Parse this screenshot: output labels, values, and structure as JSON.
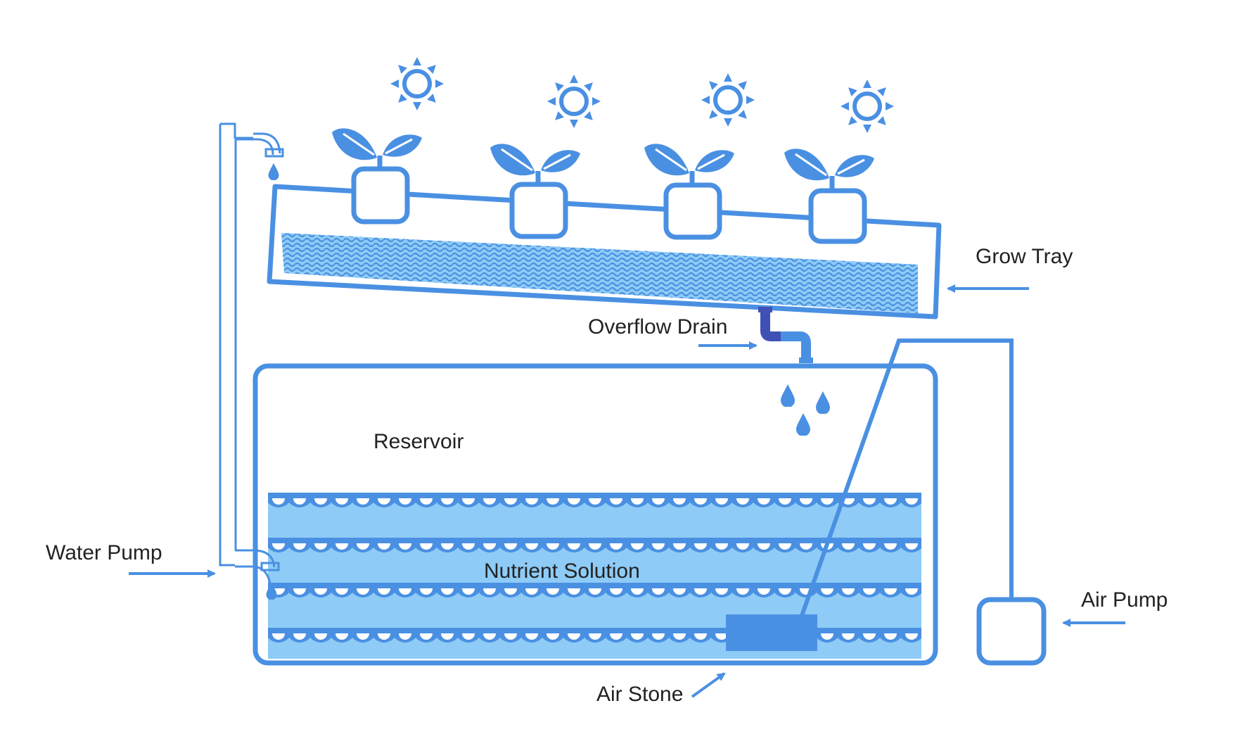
{
  "labels": {
    "grow_tray": "Grow Tray",
    "overflow_drain": "Overflow Drain",
    "reservoir": "Reservoir",
    "nutrient_solution": "Nutrient Solution",
    "water_pump": "Water Pump",
    "air_pump": "Air Pump",
    "air_stone": "Air Stone"
  },
  "counts": {
    "plants": 4,
    "suns": 4,
    "drips": 3
  },
  "colors": {
    "line": "#4a90e2",
    "water_light": "#8ecbf6",
    "drain_dark": "#3f51b5",
    "text": "#222222"
  },
  "icons": [
    "sun-icon",
    "plant-icon",
    "faucet-icon",
    "water-drop-icon",
    "arrow-icon",
    "wave-pattern"
  ]
}
